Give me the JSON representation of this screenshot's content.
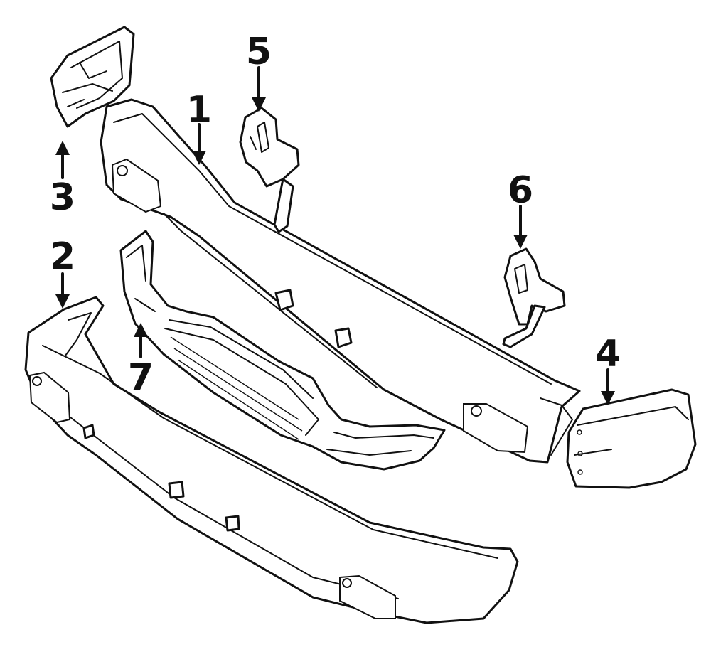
{
  "diagram": {
    "type": "exploded-parts-view",
    "line_color": "#111111",
    "background": "#ffffff",
    "callouts": [
      {
        "id": "c1",
        "label": "1"
      },
      {
        "id": "c2",
        "label": "2"
      },
      {
        "id": "c3",
        "label": "3"
      },
      {
        "id": "c4",
        "label": "4"
      },
      {
        "id": "c5",
        "label": "5"
      },
      {
        "id": "c6",
        "label": "6"
      },
      {
        "id": "c7",
        "label": "7"
      }
    ]
  }
}
